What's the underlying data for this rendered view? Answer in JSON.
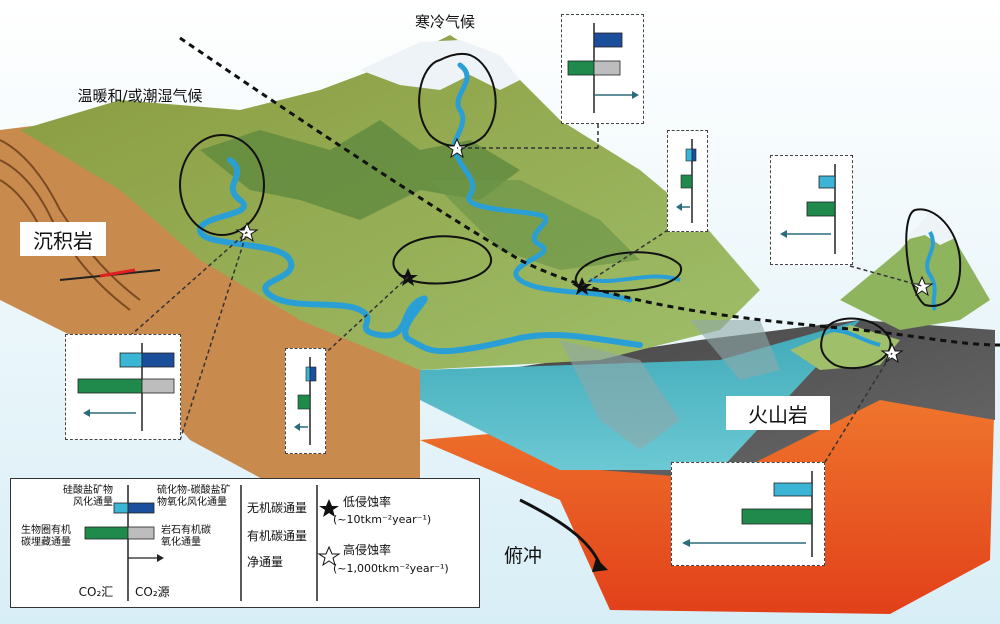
{
  "labels": {
    "cold_climate": "寒冷气候",
    "warm_climate": "温暖和/或潮湿气候",
    "sedimentary": "沉积岩",
    "volcanic": "火山岩",
    "subduction": "俯冲"
  },
  "legend": {
    "silicate": "硅酸盐矿物\n风化通量",
    "sulfide": "硫化物-碳酸盐矿\n物氧化风化通量",
    "biosphere": "生物圈有机\n碳埋藏通量",
    "petrogenic": "岩石有机碳\n氧化通量",
    "co2_sink": "CO₂汇",
    "co2_source": "CO₂源",
    "inorganic": "无机碳通量",
    "organic": "有机碳通量",
    "net": "净通量",
    "low_erosion": "低侵蚀率",
    "low_erosion_value": "(~10tkm⁻²year⁻¹)",
    "high_erosion": "高侵蚀率",
    "high_erosion_value": "(~1,000tkm⁻²year⁻¹)"
  },
  "colors": {
    "silicate": "#3bb4d6",
    "sulfide": "#1b4f9c",
    "biosphere": "#1f8a4c",
    "petrogenic": "#bdbdbd",
    "river": "#2a9fd6",
    "ocean": "#4fb8c8",
    "magma": "#e8501c"
  },
  "icons": [
    "black-star-icon",
    "white-star-icon",
    "arrow-icon"
  ]
}
